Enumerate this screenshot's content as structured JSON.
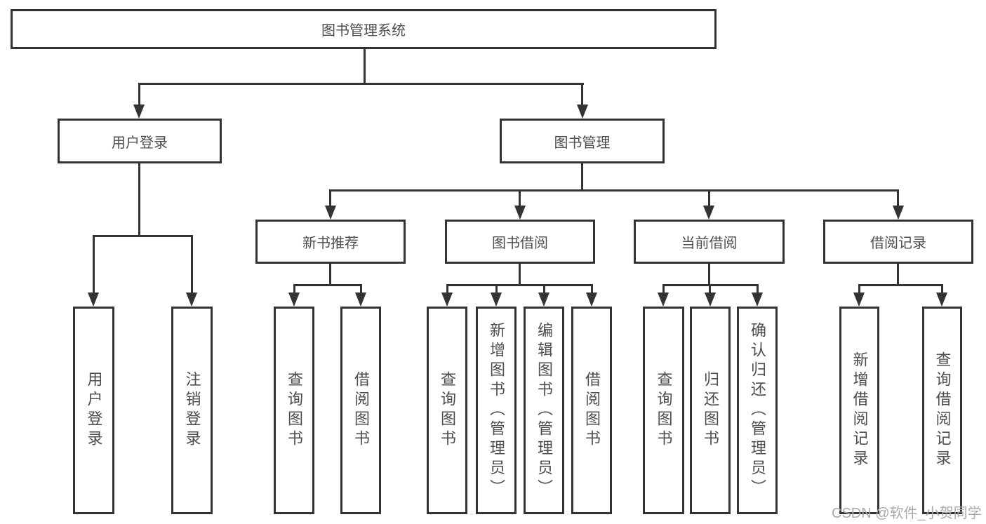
{
  "watermark": {
    "text": "CSDN @软件_小贺同学"
  },
  "colors": {
    "line": "#333333",
    "text": "#4d4d4d",
    "watermark": "#a9a9a9",
    "background": "#ffffff"
  },
  "diagram": {
    "type": "tree",
    "root": {
      "label": "图书管理系统"
    },
    "branches": [
      {
        "label": "用户登录",
        "children": [
          {
            "label": "用户登录"
          },
          {
            "label": "注销登录"
          }
        ]
      },
      {
        "label": "图书管理",
        "children": [
          {
            "label": "新书推荐",
            "children": [
              {
                "label": "查询图书"
              },
              {
                "label": "借阅图书"
              }
            ]
          },
          {
            "label": "图书借阅",
            "children": [
              {
                "label": "查询图书"
              },
              {
                "label": "新增图书（管理员）"
              },
              {
                "label": "编辑图书（管理员）"
              },
              {
                "label": "借阅图书"
              }
            ]
          },
          {
            "label": "当前借阅",
            "children": [
              {
                "label": "查询图书"
              },
              {
                "label": "归还图书"
              },
              {
                "label": "确认归还（管理员）"
              }
            ]
          },
          {
            "label": "借阅记录",
            "children": [
              {
                "label": "新增借阅记录"
              },
              {
                "label": "查询借阅记录"
              }
            ]
          }
        ]
      }
    ]
  }
}
